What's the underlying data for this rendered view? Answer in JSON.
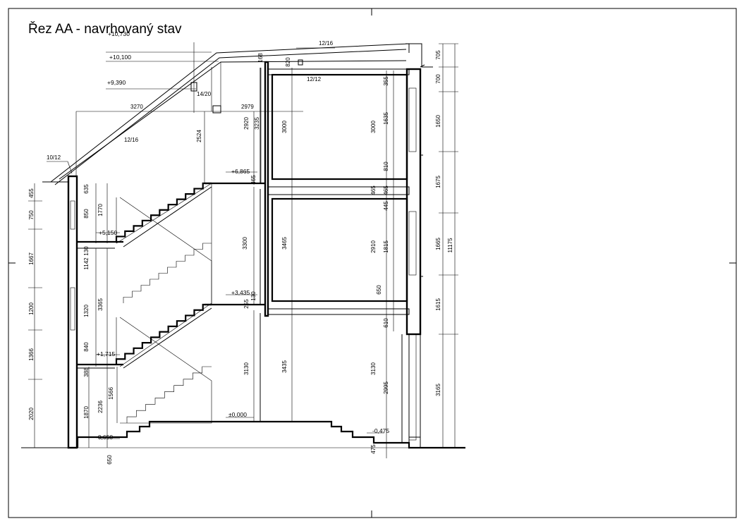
{
  "title": "Řez AA - navrhovaný stav",
  "levels": {
    "l10730": "+10,730",
    "l10100": "+10,100",
    "l9390": "+9,390",
    "l6865": "+6,865",
    "l5150": "+5,150",
    "l3435": "+3,435",
    "l1715": "+1,715",
    "l0": "±0,000",
    "lm475": "-0,475",
    "lm650": "-0,650"
  },
  "profiles": {
    "p1216a": "12/16",
    "p1216b": "12/16",
    "p1212": "12/12",
    "p1420": "14/20",
    "p1012": "10/12"
  },
  "dims": {
    "d3270": "3270",
    "d2979": "2979",
    "d2524": "2524",
    "d2920": "2920",
    "d3235": "3235",
    "d3000a": "3000",
    "d3000b": "3000",
    "d1635": "1635",
    "d355": "355",
    "d810a": "810",
    "d465a": "465",
    "d465b": "465",
    "d465c": "465",
    "d445": "445",
    "d1815": "1815",
    "d2910": "2910",
    "d3300": "3300",
    "d3465": "3465",
    "d650": "650",
    "d610": "610",
    "d3130a": "3130",
    "d3130b": "3130",
    "d3435": "3435",
    "d2995": "2995",
    "d475": "475",
    "d705": "705",
    "d700": "700",
    "d1650": "1650",
    "d1675": "1675",
    "d1665": "1665",
    "d1615": "1615",
    "d3165": "3165",
    "d11175": "11175",
    "d635": "635",
    "d850": "850",
    "d1770": "1770",
    "d1142": "1142",
    "d1320": "1320",
    "d3365": "3365",
    "d840": "840",
    "d388": "388",
    "d1870": "1870",
    "d2236": "2236",
    "d1566": "1566",
    "d455": "455",
    "d750": "750",
    "d1667": "1667",
    "d1200": "1200",
    "d1366": "1366",
    "d2020": "2020",
    "d650b": "650",
    "d130a": "130",
    "d130b": "130",
    "d255": "255",
    "d820": "820",
    "d168": "168"
  }
}
